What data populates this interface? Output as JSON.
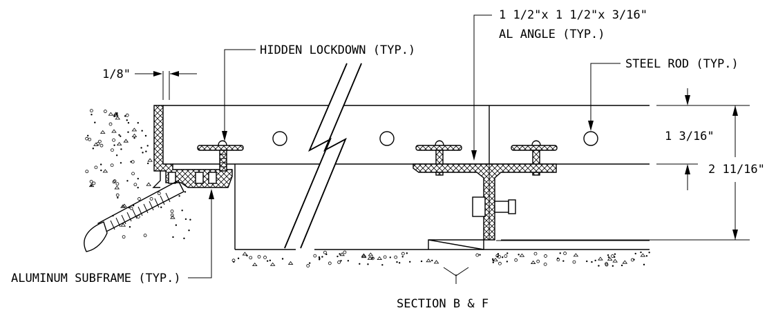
{
  "labels": {
    "hidden_lockdown": "HIDDEN LOCKDOWN (TYP.)",
    "angle_line1": "1 1/2\"x 1 1/2\"x 3/16\"",
    "angle_line2": "AL ANGLE (TYP.)",
    "steel_rod": "STEEL ROD (TYP.)",
    "gap": "1/8\"",
    "dim_upper": "1 3/16\"",
    "dim_total": "2 11/16\"",
    "subframe": "ALUMINUM SUBFRAME (TYP.)",
    "section": "SECTION B & F"
  }
}
